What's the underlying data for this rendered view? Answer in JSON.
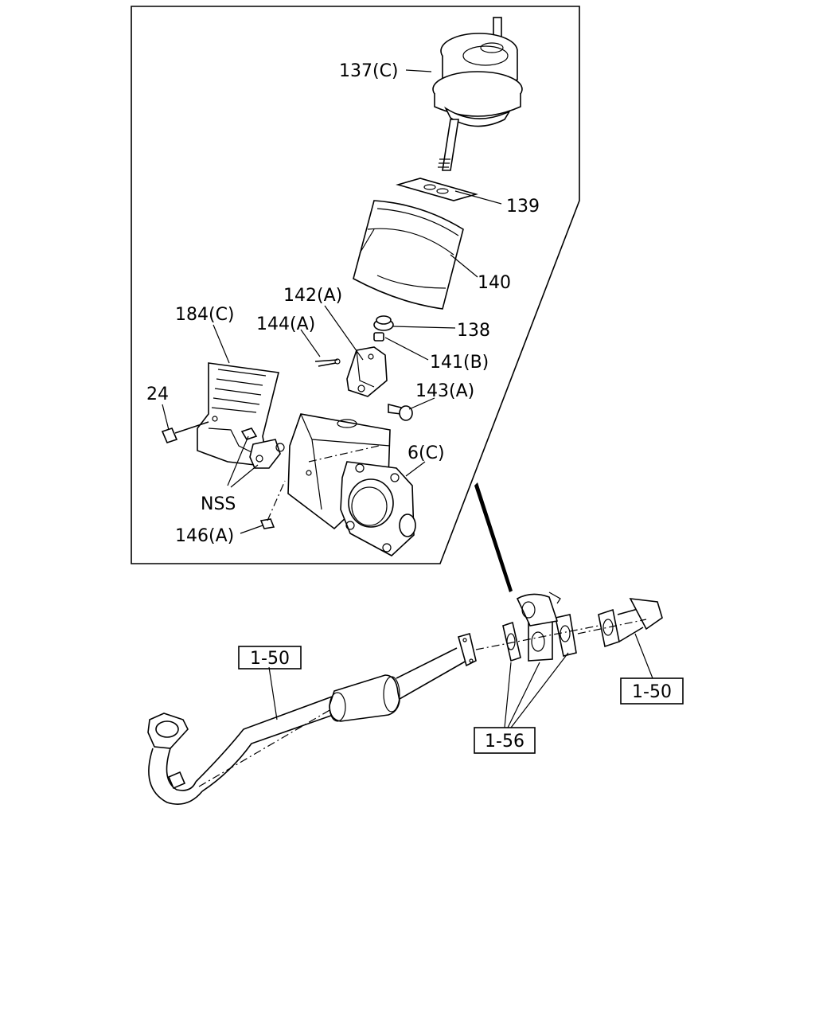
{
  "callouts": {
    "c137": "137(C)",
    "c139": "139",
    "c140": "140",
    "c138": "138",
    "c141": "141(B)",
    "c142": "142(A)",
    "c144": "144(A)",
    "c184": "184(C)",
    "c143": "143(A)",
    "c24": "24",
    "c6": "6(C)",
    "nss": "NSS",
    "c146": "146(A)"
  },
  "references": {
    "pipe_front": "1-50",
    "pipe_rear": "1-50",
    "gaskets": "1-56"
  }
}
